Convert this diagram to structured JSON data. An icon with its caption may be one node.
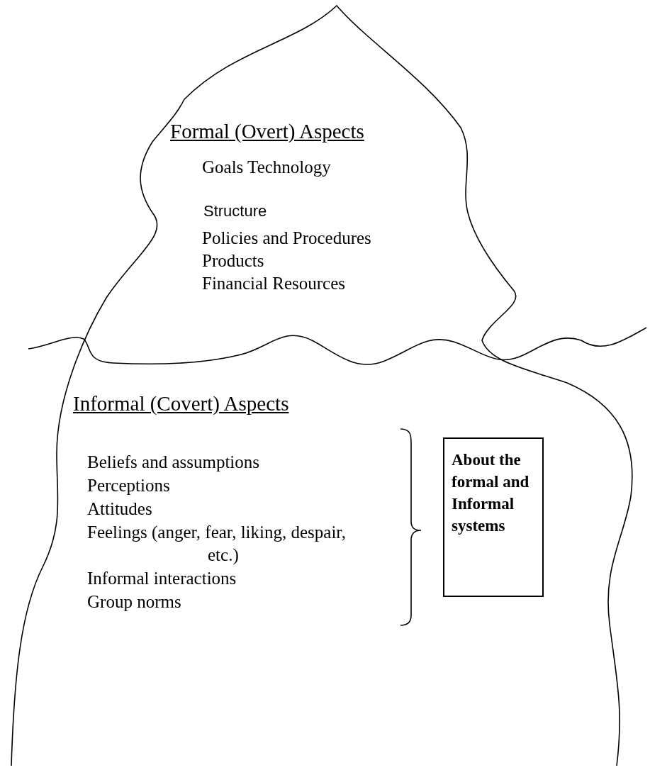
{
  "diagram": {
    "nodes": [
      {
        "text": [
          "About the formal and Informal systems"
        ]
      }
    ],
    "labels": [
      "Formal (Overt) Aspects",
      "Goals Technology",
      "Structure",
      "Policies and Procedures",
      "Products",
      "Financial Resources",
      "Informal (Covert) Aspects",
      "Beliefs and assumptions",
      "Perceptions",
      "Attitudes",
      "Feelings (anger, fear, liking, despair, etc.)",
      "Informal interactions",
      "Group norms"
    ]
  }
}
